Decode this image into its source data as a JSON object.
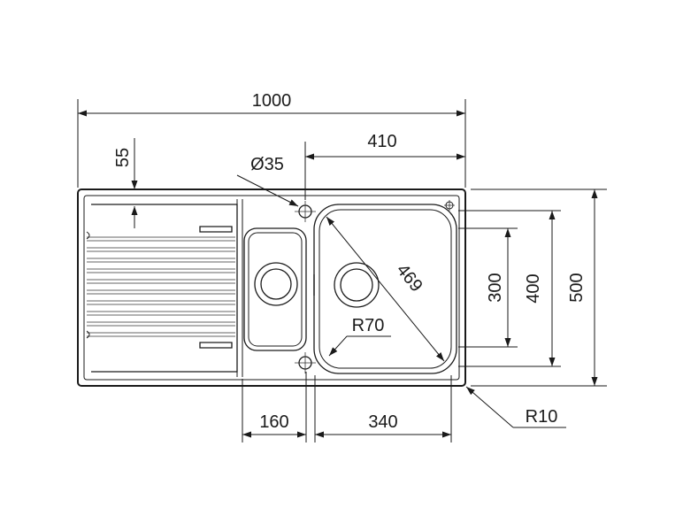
{
  "drawing": {
    "stroke_color": "#1a1a1a",
    "background": "#ffffff",
    "dimensions": {
      "overall_width": "1000",
      "offset_right": "410",
      "drainer_margin": "55",
      "tap_hole": "Ø35",
      "diagonal": "469",
      "bowl_depth_inner": "300",
      "bowl_depth_outer": "400",
      "overall_depth": "500",
      "corner_radius_bowl": "R70",
      "corner_radius_outer": "R10",
      "small_bowl_width": "160",
      "large_bowl_width": "340"
    }
  }
}
